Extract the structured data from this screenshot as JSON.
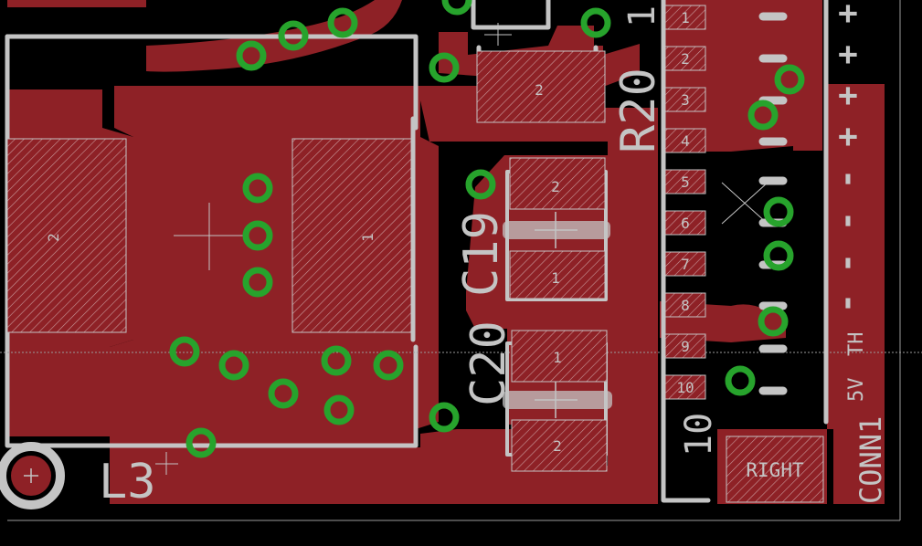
{
  "labels": {
    "l3": "L3",
    "c19": "C19",
    "c20": "C20",
    "r20": "R20",
    "r20_pin": "1",
    "conn1": "CONN1",
    "th": "TH",
    "v5": "5V",
    "ten": "10",
    "right": "RIGHT"
  },
  "l3_pads": [
    "2",
    "1"
  ],
  "c19_pads": [
    "2",
    "1"
  ],
  "c20_pads": [
    "1",
    "2"
  ],
  "r20_pads": [
    "2"
  ],
  "conn_pins": [
    "1",
    "2",
    "3",
    "4",
    "5",
    "6",
    "7",
    "8",
    "9",
    "10"
  ],
  "edge_marks": [
    "+",
    "+",
    "+",
    "+",
    "-",
    "-",
    "-",
    "-"
  ],
  "colors": {
    "background": "#000000",
    "copper": "#8e2126",
    "silkscreen": "#c4c4c4",
    "via": "#27a32c"
  }
}
